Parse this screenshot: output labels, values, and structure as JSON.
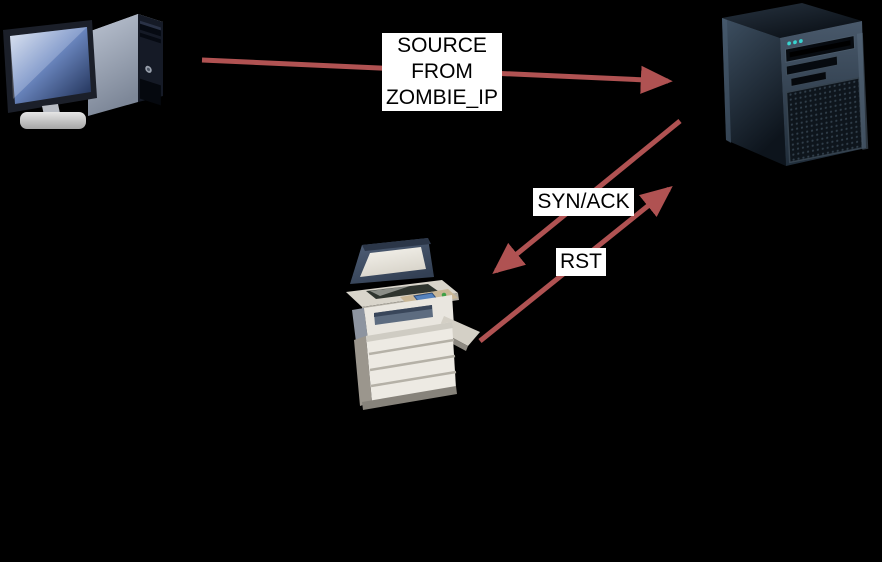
{
  "colors": {
    "background": "#000000",
    "arrow": "#b05252",
    "label_background": "#ffffff",
    "label_text": "#000000",
    "server_led": "#38d4d0",
    "printer_screen": "#5583bd"
  },
  "nodes": [
    {
      "icon": "desktop-computer-icon"
    },
    {
      "icon": "server-tower-icon"
    },
    {
      "icon": "printer-copier-icon"
    }
  ],
  "edges": [
    {
      "from": "desktop-computer",
      "to": "server-tower",
      "label": "SOURCE\nFROM\nZOMBIE_IP"
    },
    {
      "from": "server-tower",
      "to": "printer-copier",
      "label": "SYN/ACK"
    },
    {
      "from": "printer-copier",
      "to": "server-tower",
      "label": "RST"
    }
  ]
}
